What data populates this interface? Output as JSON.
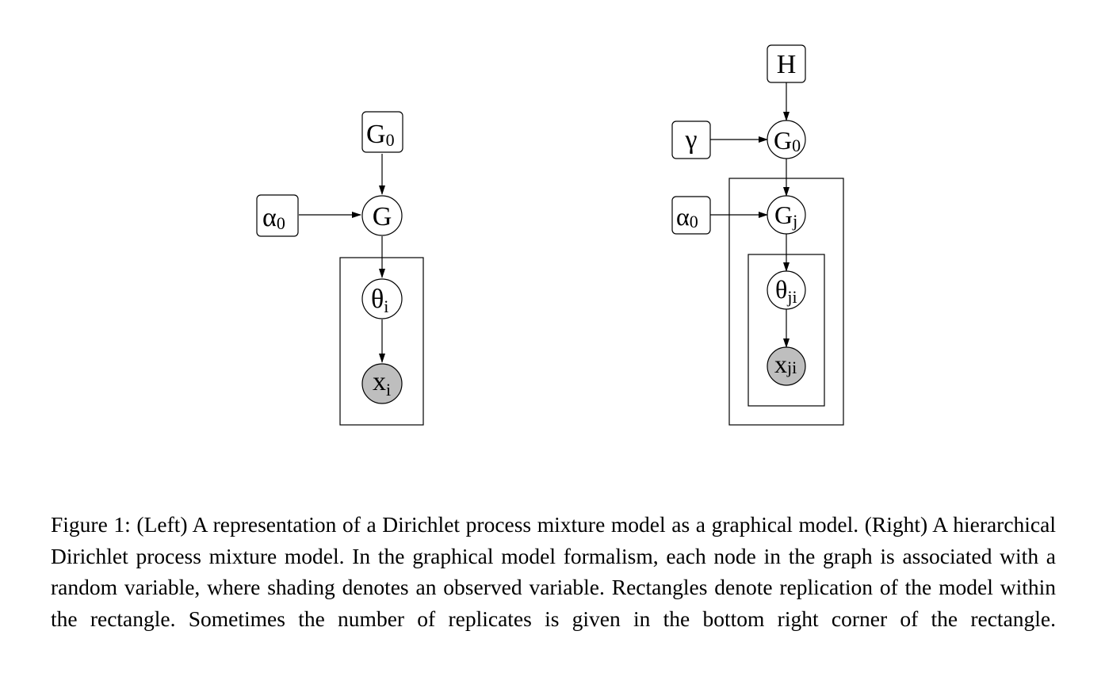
{
  "left_model": {
    "nodes": {
      "G0": {
        "base": "G",
        "sub": "0"
      },
      "alpha0": {
        "base": "α",
        "sub": "0"
      },
      "G": {
        "base": "G",
        "sub": ""
      },
      "theta_i": {
        "base": "θ",
        "sub": "i"
      },
      "x_i": {
        "base": "x",
        "sub": "i"
      }
    }
  },
  "right_model": {
    "nodes": {
      "H": {
        "base": "H",
        "sub": ""
      },
      "gamma": {
        "base": "γ",
        "sub": ""
      },
      "G0": {
        "base": "G",
        "sub": "0"
      },
      "alpha0": {
        "base": "α",
        "sub": "0"
      },
      "Gj": {
        "base": "G",
        "sub": "j"
      },
      "theta_ji": {
        "base": "θ",
        "sub": "ji"
      },
      "x_ji": {
        "base": "x",
        "sub": "ji"
      }
    }
  },
  "caption": {
    "text": "Figure 1: (Left) A representation of a Dirichlet process mixture model as a graphical model. (Right) A hierarchical Dirichlet process mixture model. In the graphical model formalism, each node in the graph is associated with a random variable, where shading denotes an observed variable. Rectangles denote replication of the model within the rectangle. Sometimes the number of replicates is given in the bottom right corner of the rectangle."
  }
}
